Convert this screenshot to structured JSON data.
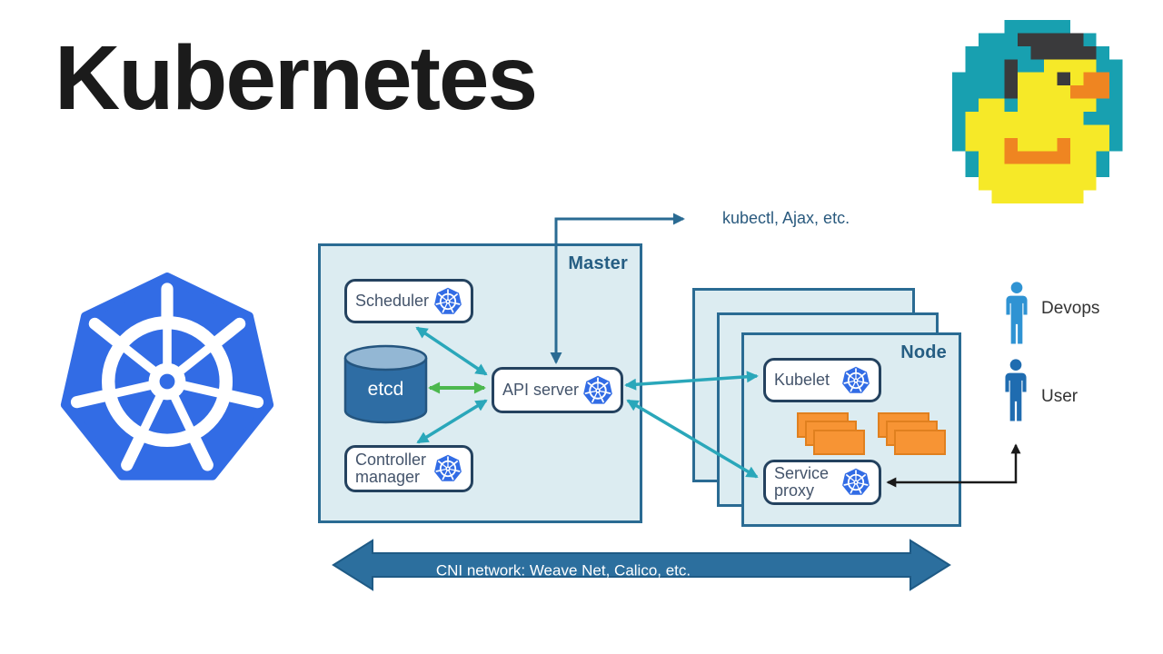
{
  "title": "Kubernetes",
  "master": {
    "label": "Master",
    "scheduler_label": "Scheduler",
    "etcd_label": "etcd",
    "controller_manager_label": "Controller manager",
    "api_server_label": "API server"
  },
  "node": {
    "label": "Node",
    "kubelet_label": "Kubelet",
    "service_proxy_label": "Service proxy"
  },
  "annotations": {
    "kubectl_label": "kubectl, Ajax, etc.",
    "cni_label": "CNI network: Weave Net, Calico, etc."
  },
  "actors": {
    "devops_label": "Devops",
    "user_label": "User"
  },
  "icons": {
    "kubernetes_logo": "blue-heptagon-helm-wheel",
    "mini_kubernetes_icon": "small-blue-heptagon-helm-wheel",
    "duck_logo": "pixel-art-rubber-duck-with-graduation-cap",
    "person_icon": "person-pictogram",
    "etcd_icon": "database-cylinder",
    "container_icon": "stacked-orange-rectangles"
  },
  "colors": {
    "k8s_blue": "#326ce5",
    "panel_fill": "#dcecf1",
    "panel_border": "#2a6b93",
    "card_border": "#24425f",
    "card_text": "#44546b",
    "teal_arrow": "#2aa7ba",
    "green_arrow": "#4cb84e",
    "dark_arrow": "#2a6b93",
    "orange_container": "#f79434",
    "orange_border": "#e0801f",
    "etcd_body": "#2e6da4",
    "etcd_top": "#93b7d4",
    "devops_blue": "#2f93d3",
    "user_blue": "#1f6cb0",
    "cni_fill": "#2c6f9e"
  },
  "duck": {
    "palette": {
      "T": "#18a0b0",
      "Y": "#f6e928",
      "O": "#ef8521",
      "D": "#3a3a3c"
    },
    "pixels": [
      "....TTTTT.....",
      "..TTTDDDDDT...",
      ".TTTTTDDDDDT..",
      ".TTTDTTYYYYTT.",
      "TTTTDYYYDYOOT.",
      "TTTTDYYYYOOOT.",
      "TTYYTYYYYYYTT.",
      "TYYYYYYYYYTTT.",
      "TYYYYYYYYYYYT.",
      "TYYYOYYYOYYYT.",
      ".TYYOOOOOYYT..",
      ".TYYYYYYYYYT..",
      "..YYYYYYYYY...",
      "...YYYYYYY...."
    ]
  }
}
